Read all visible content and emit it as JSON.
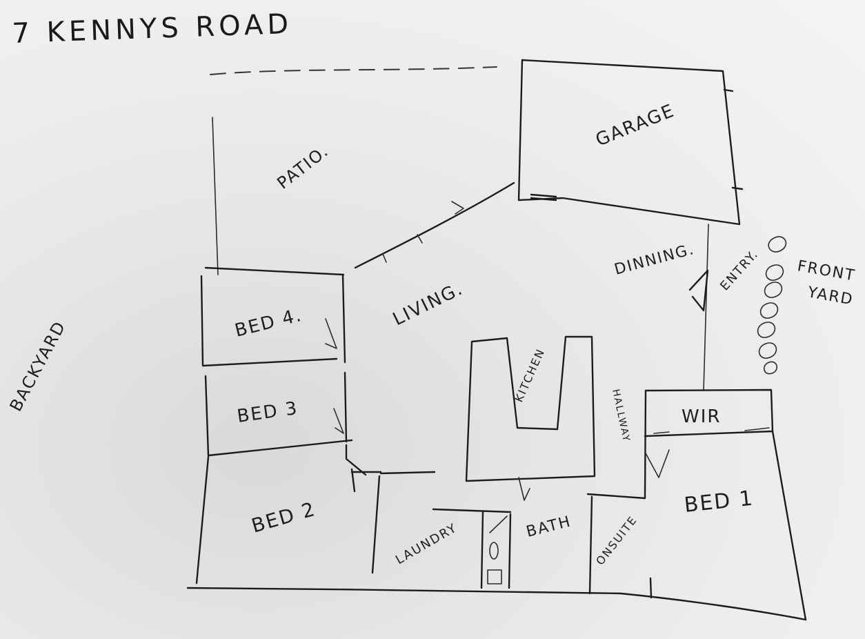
{
  "title": "7 KENNYS ROAD",
  "rooms": {
    "patio": "PATIO.",
    "garage": "GARAGE",
    "dinning": "DINNING.",
    "entry": "ENTRY.",
    "front_yard_1": "FRONT",
    "front_yard_2": "YARD",
    "bed4": "BED 4.",
    "living": "LIVING.",
    "backyard": "BACKYARD",
    "kitchen": "KITCHEN",
    "hallway": "HALLWAY",
    "wir": "WIR",
    "bed3": "BED 3",
    "bed1": "BED 1",
    "bed2": "BED 2",
    "laundry": "LAUNDRY",
    "bath": "BATH",
    "onsuite": "ONSUITE"
  }
}
